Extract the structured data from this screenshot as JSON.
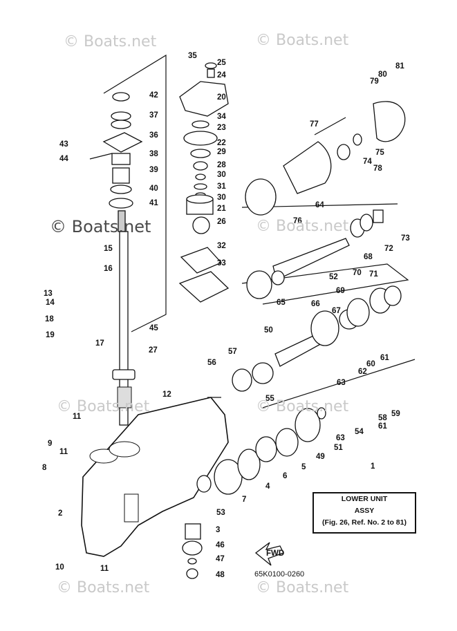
{
  "watermark": "© Boats.net",
  "title_box": {
    "line1": "LOWER UNIT",
    "line2": "ASSY",
    "line3": "(Fig. 26, Ref. No. 2 to 81)"
  },
  "drawing_code": "65K0100-0260",
  "fwd_label": "FWD",
  "callouts": [
    "1",
    "2",
    "3",
    "4",
    "5",
    "6",
    "7",
    "8",
    "9",
    "10",
    "11",
    "11",
    "11",
    "12",
    "13",
    "14",
    "15",
    "16",
    "17",
    "18",
    "19",
    "20",
    "21",
    "22",
    "23",
    "24",
    "25",
    "26",
    "27",
    "28",
    "29",
    "30",
    "30",
    "31",
    "32",
    "33",
    "34",
    "35",
    "36",
    "37",
    "38",
    "39",
    "40",
    "41",
    "42",
    "43",
    "44",
    "45",
    "46",
    "47",
    "48",
    "49",
    "50",
    "51",
    "52",
    "53",
    "54",
    "55",
    "56",
    "57",
    "58",
    "59",
    "60",
    "61",
    "61",
    "62",
    "63",
    "63",
    "64",
    "65",
    "66",
    "67",
    "68",
    "69",
    "70",
    "71",
    "72",
    "73",
    "74",
    "75",
    "76",
    "77",
    "78",
    "79",
    "80",
    "81"
  ]
}
